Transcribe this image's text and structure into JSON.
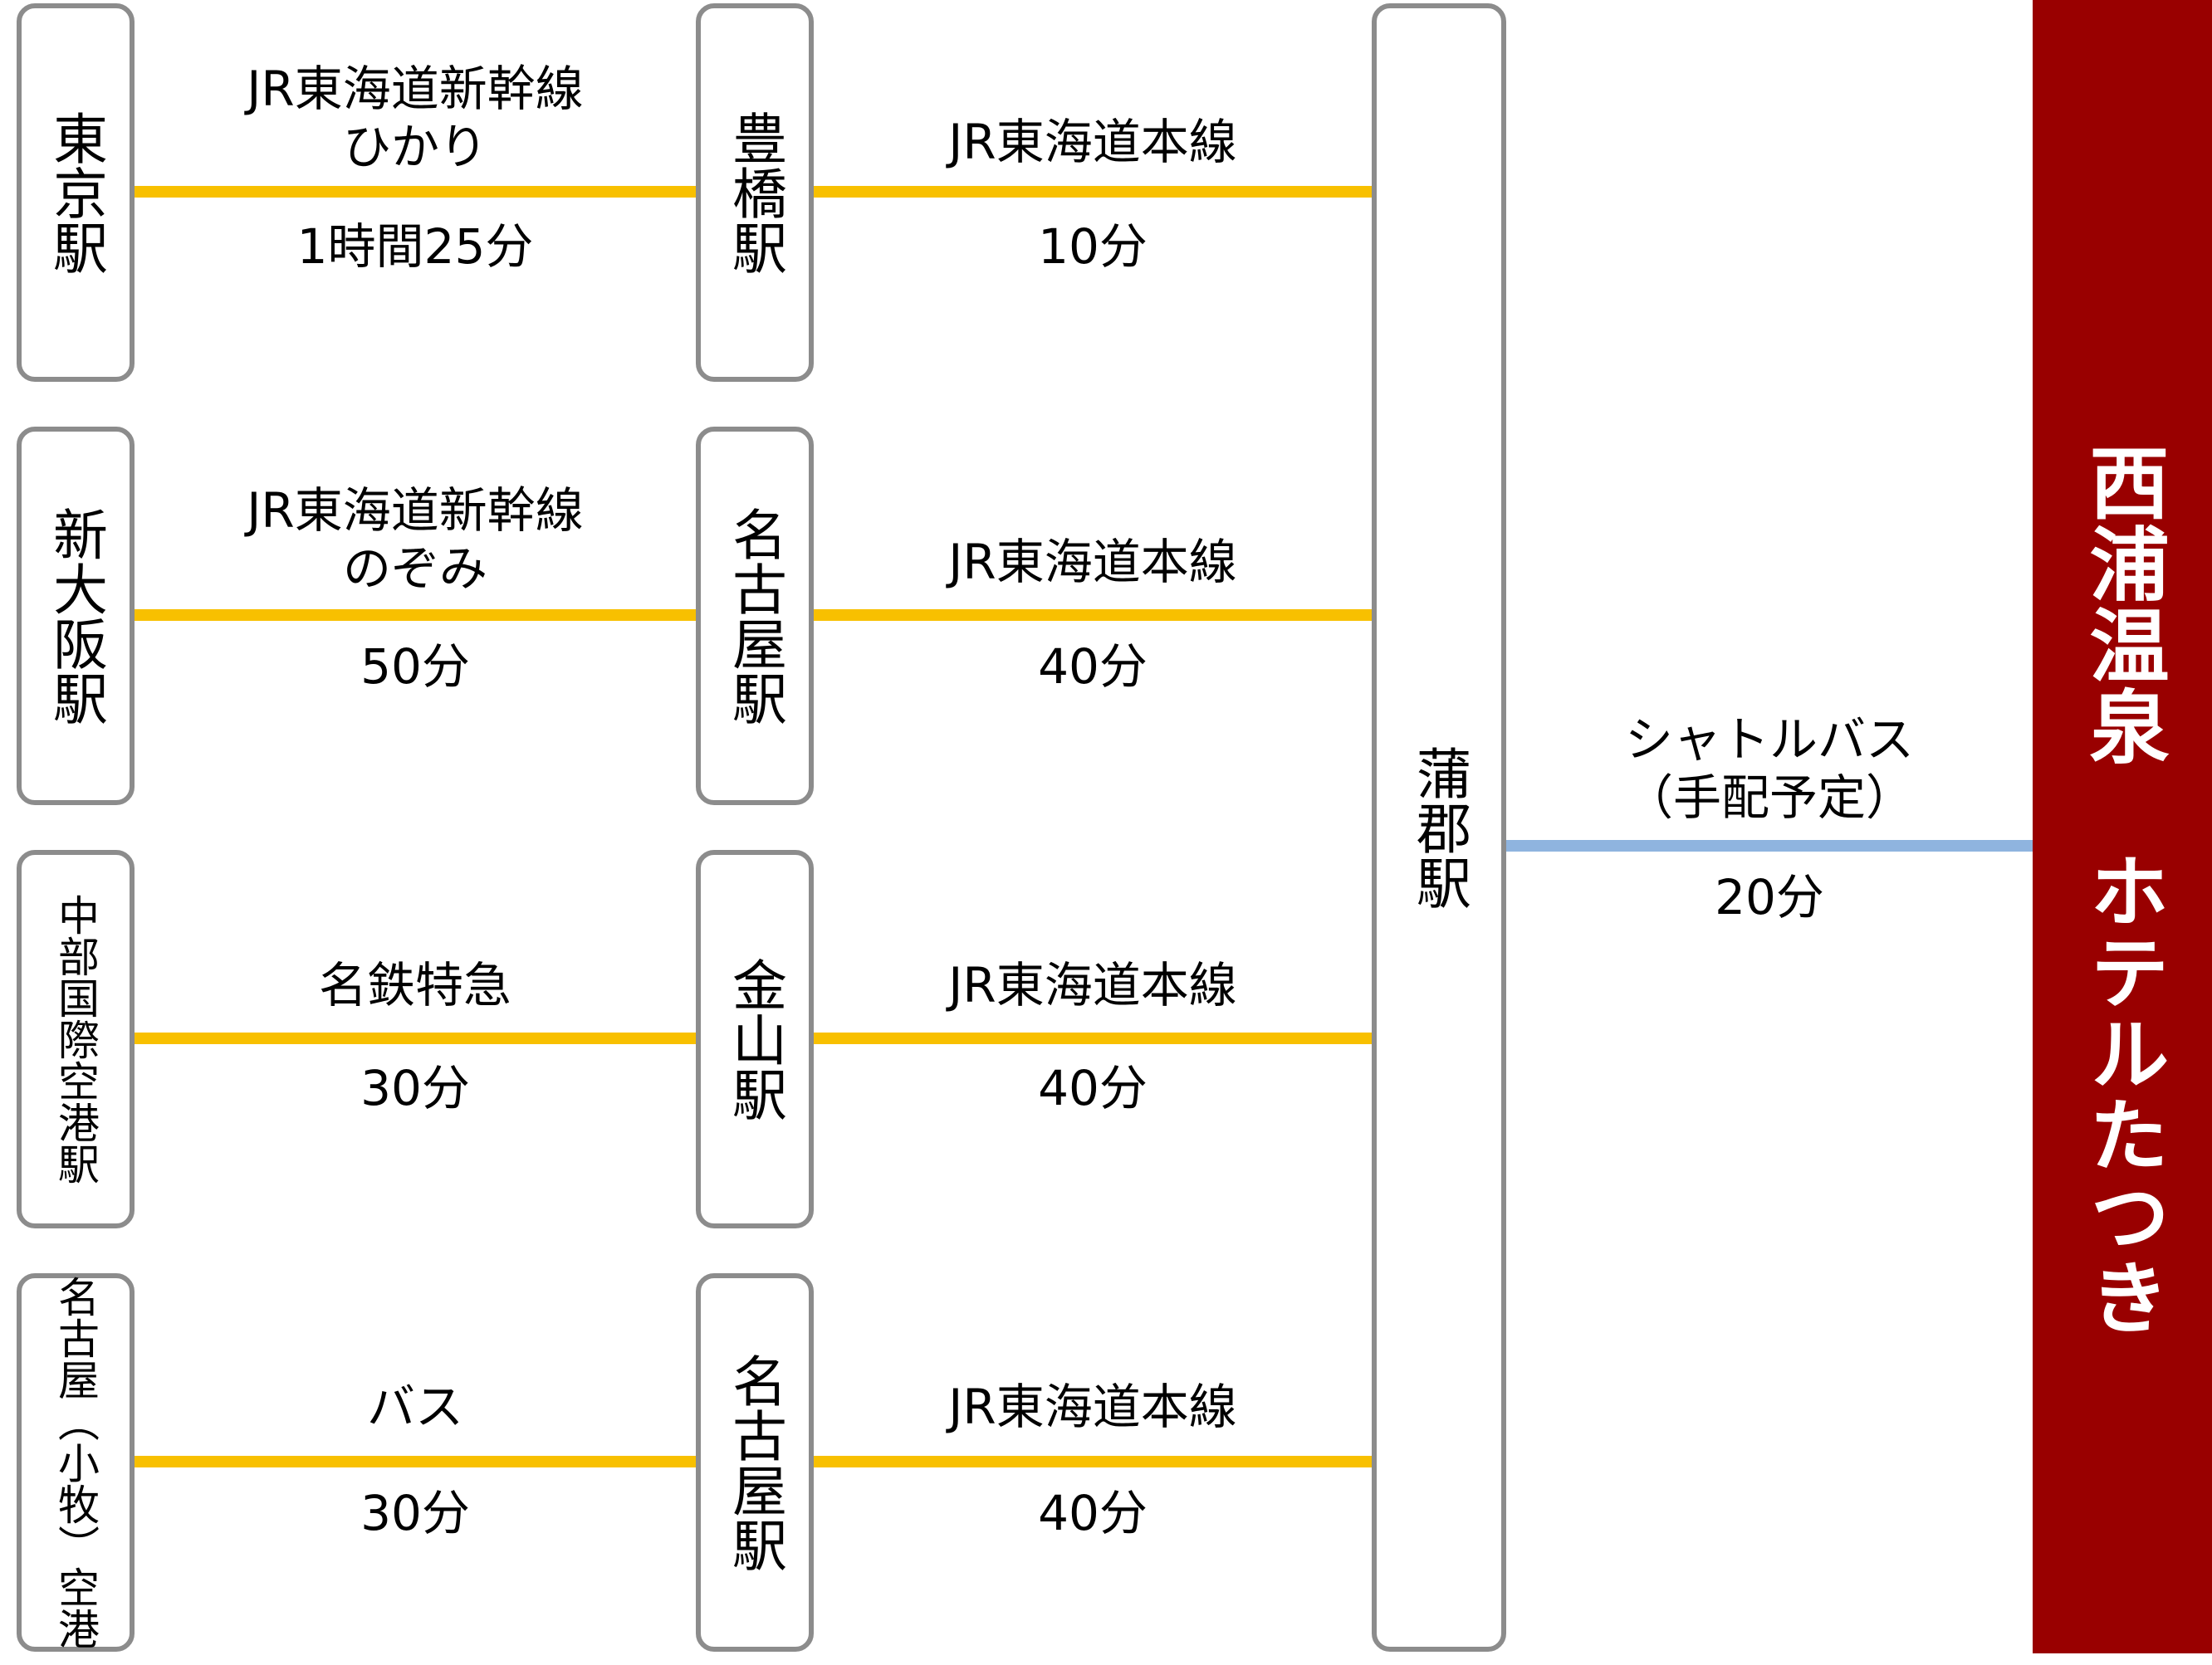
{
  "colors": {
    "rail_line": "#f8c000",
    "bus_line": "#8fb4df",
    "box_border": "#8c8c8c",
    "hotel_bg": "#990000",
    "hotel_text": "#ffffff"
  },
  "origins": [
    {
      "name": "東京駅"
    },
    {
      "name": "新大阪駅"
    },
    {
      "name": "中部国際空港駅"
    },
    {
      "name": "名古屋（小牧）空港"
    }
  ],
  "transfers": [
    {
      "name": "豊橋駅"
    },
    {
      "name": "名古屋駅"
    },
    {
      "name": "金山駅"
    },
    {
      "name": "名古屋駅"
    }
  ],
  "segments_first": [
    {
      "line1": "JR東海道新幹線",
      "line2": "ひかり",
      "time": "1時間25分"
    },
    {
      "line1": "JR東海道新幹線",
      "line2": "のぞみ",
      "time": "50分"
    },
    {
      "line1": "名鉄特急",
      "line2": "",
      "time": "30分"
    },
    {
      "line1": "バス",
      "line2": "",
      "time": "30分"
    }
  ],
  "segments_second": [
    {
      "line": "JR東海道本線",
      "time": "10分"
    },
    {
      "line": "JR東海道本線",
      "time": "40分"
    },
    {
      "line": "JR東海道本線",
      "time": "40分"
    },
    {
      "line": "JR東海道本線",
      "time": "40分"
    }
  ],
  "hub": {
    "name": "蒲郡駅"
  },
  "shuttle": {
    "line1": "シャトルバス",
    "line2": "（手配予定）",
    "time": "20分"
  },
  "destination": {
    "line1": "西浦温泉",
    "line2": "ホテルたつき"
  }
}
